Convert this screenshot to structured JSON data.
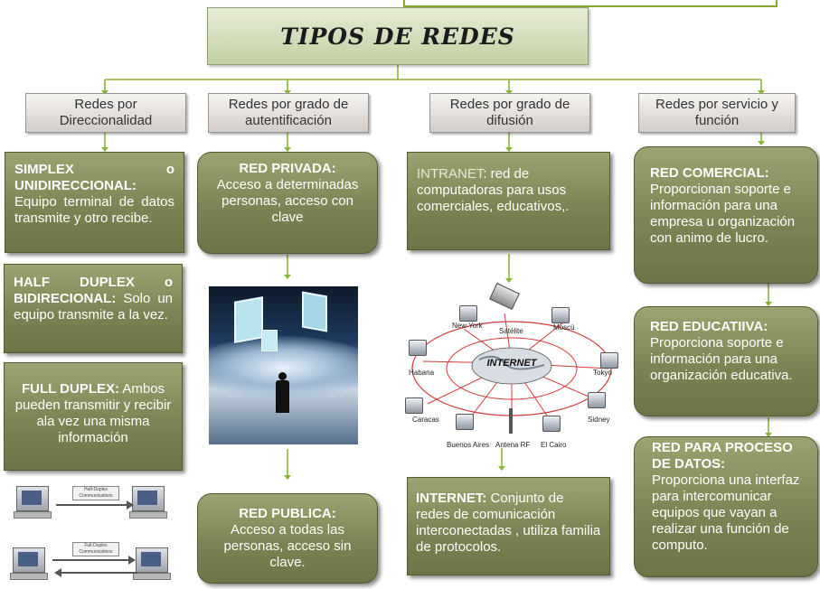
{
  "title": "TIPOS DE REDES",
  "headers": [
    {
      "line1": "Redes por",
      "line2": "Direccionalidad"
    },
    {
      "line1": "Redes por  grado de",
      "line2": "autentificación"
    },
    {
      "line1": "Redes por  grado de",
      "line2": "difusión"
    },
    {
      "line1": "Redes por servicio y",
      "line2": "función"
    }
  ],
  "col1": {
    "simplex": {
      "title": "SIMPLEX o UNIDIRECCIONAL:",
      "text": "Equipo terminal de datos transmite y otro recibe."
    },
    "half": {
      "title": "HALF DUPLEX o BIDIRECIONAL:",
      "text": "Solo un equipo transmite a la vez."
    },
    "full": {
      "title": "FULL DUPLEX:",
      "text": "Ambos pueden transmitir y recibir ala vez una misma información"
    },
    "diagram_half_label": "Half-Duplex Communications",
    "diagram_full_label": "Full-Duplex Communications"
  },
  "col2": {
    "privada": {
      "title": "RED PRIVADA:",
      "text": "Acceso a determinadas personas, acceso con clave"
    },
    "publica": {
      "title": "RED PUBLICA:",
      "text": "Acceso a todas las personas, acceso sin clave."
    }
  },
  "col3": {
    "intranet": {
      "title": "INTRANET",
      "text": ": red de computadoras para usos comerciales, educativos,."
    },
    "internet": {
      "title": "INTERNET:",
      "text": "Conjunto de redes de comunicación interconectadas , utiliza familia de protocolos."
    },
    "network": {
      "center": "INTERNET",
      "labels": [
        "New York",
        "Satélite",
        "Moscú",
        "Habana",
        "Tokyo",
        "Caracas",
        "Sidney",
        "Buenos Aires",
        "Antena RF",
        "El Cairo"
      ]
    }
  },
  "col4": {
    "comercial": {
      "title": "RED COMERCIAL:",
      "text": "Proporcionan soporte e información para una empresa u organización con animo de lucro."
    },
    "educativa": {
      "title": "RED EDUCATIIVA:",
      "text": "Proporciona soporte e información para una organización educativa."
    },
    "proceso": {
      "title": "RED PARA PROCESO DE DATOS:",
      "text": "Proporciona una interfaz para intercomunicar equipos que vayan a realizar una función de computo."
    }
  },
  "colors": {
    "box": "#7b8454",
    "connector": "#8ab43a",
    "title_bg": "#d4dcbc",
    "header_bg": "#e2dcd8"
  }
}
